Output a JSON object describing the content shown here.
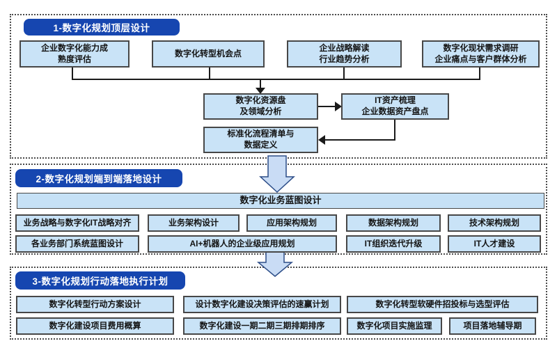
{
  "colors": {
    "header_pill_bg": "#1646b0",
    "header_pill_text": "#ffffff",
    "task_box_bg": "#c9e3f7",
    "task_box_border": "#474747",
    "section_border": "#4a4a4a",
    "connector": "#1a1a1a",
    "flow_arrow_fill": "#c9dcf5",
    "flow_arrow_border": "#2b4c87"
  },
  "icons": {
    "flow_arrow_1": "down-arrow",
    "flow_arrow_2": "down-arrow"
  },
  "s1": {
    "header": "1-数字化规划顶层设计",
    "top": [
      "企业数字化能力成\n熟度评估",
      "数字化转型机会点",
      "企业战略解读\n行业趋势分析",
      "数字化现状需求调研\n企业痛点与客户群体分析"
    ],
    "mid": [
      "数字化资源盘\n及领域分析",
      "IT资产梳理\n企业数据资产盘点",
      "标准化流程清单与\n数据定义"
    ]
  },
  "s2": {
    "header": "2-数字化规划端到端落地设计",
    "blueprint": "数字化业务蓝图设计",
    "row1": [
      "业务战略与数字化IT战略对齐",
      "业务架构设计",
      "应用架构规划",
      "数据架构规划",
      "技术架构规划"
    ],
    "row2": [
      "各业务部门系统蓝图设计",
      "AI+机器人的企业级应用规划",
      "IT组织迭代升级",
      "IT人才建设"
    ]
  },
  "s3": {
    "header": "3-数字化规划行动落地执行计划",
    "row1": [
      "数字化转型行动方案设计",
      "设计数字化建设决策评估的速赢计划",
      "数字化转型软硬件招投标与选型评估"
    ],
    "row2": [
      "数字化建设项目费用概算",
      "数字化建设一期二期三期排期排序",
      "数字化项目实施监理",
      "项目落地辅导期"
    ]
  }
}
